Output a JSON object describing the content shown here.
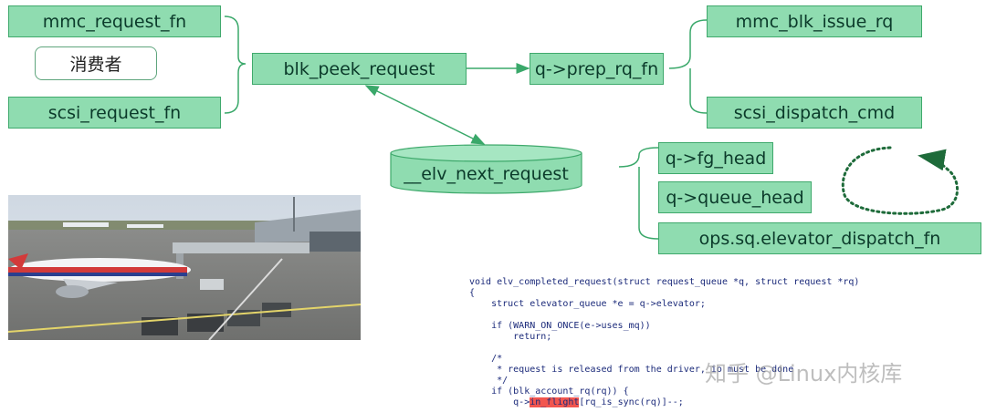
{
  "diagram": {
    "producers": [
      "mmc_request_fn",
      "scsi_request_fn"
    ],
    "consumer_label": "消费者",
    "peek": "blk_peek_request",
    "prep": "q->prep_rq_fn",
    "issuers": [
      "mmc_blk_issue_rq",
      "scsi_dispatch_cmd"
    ],
    "elv_next": "__elv_next_request",
    "sources": [
      "q->fg_head",
      "q->queue_head",
      "ops.sq.elevator_dispatch_fn"
    ]
  },
  "code": {
    "lines": [
      "void elv_completed_request(struct request_queue *q, struct request *rq)",
      "{",
      "    struct elevator_queue *e = q->elevator;",
      "    if (WARN_ON_ONCE(e->uses_mq))",
      "        return;",
      "    /*",
      "     * request is released from the driver, io must be done",
      "     */",
      "    if (blk_account_rq(rq)) {",
      "        q->",
      "in_flight",
      "[rq_is_sync(rq)]--;"
    ]
  },
  "watermark": "知乎 @Linux内核库",
  "colors": {
    "box_fill": "#8fdcb0",
    "box_border": "#3fa96c",
    "connector": "#3aa86a",
    "code_text": "#1b2a7a",
    "highlight": "#f2564f"
  }
}
